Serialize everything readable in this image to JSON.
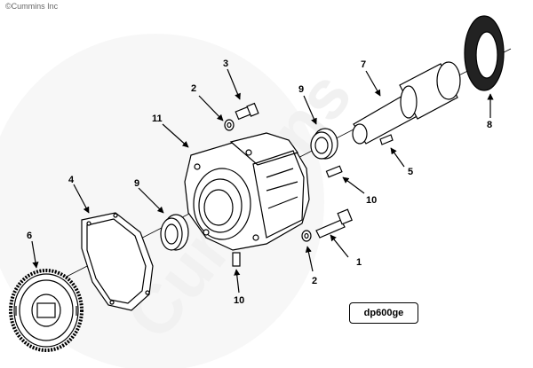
{
  "copyright": "©Cummins Inc",
  "watermark": "Cummins",
  "reference_code": "dp600ge",
  "callouts": {
    "c1": "1",
    "c2a": "2",
    "c2b": "2",
    "c3": "3",
    "c4": "4",
    "c5": "5",
    "c6": "6",
    "c7": "7",
    "c8": "8",
    "c9a": "9",
    "c9b": "9",
    "c10a": "10",
    "c10b": "10",
    "c11": "11"
  }
}
